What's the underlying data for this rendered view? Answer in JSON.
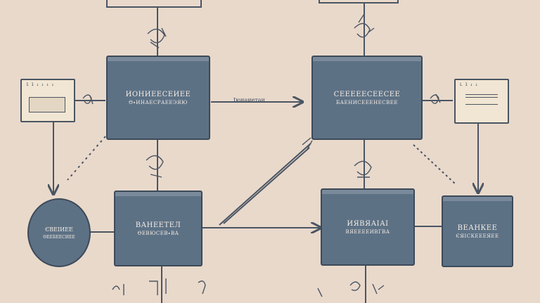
{
  "colors": {
    "background": "#e9d9cb",
    "node_fill": "#5d7185",
    "node_border": "#3c4a59",
    "note_fill": "#f1e6d3",
    "line": "#4a5563"
  },
  "nodes": {
    "top_left": {
      "line1": "ИОНИЕЕСЕИЕЕ",
      "line2": "Ө∙ИНАЕСРАЕЕЭЯЮ"
    },
    "top_right": {
      "line1": "СЕЕЕЕЕСЕЕСЕЕ",
      "line2": "БАЕНИСЕЕЕНЕСВЕЕ"
    },
    "bottom_left": {
      "line1": "ВАНЕЕТЕЛ",
      "line2": "ӨЕВЮСЕВ∙ВА"
    },
    "bottom_mid": {
      "line1": "ИЯВЯАІАІ",
      "line2": "ВЯЕЕЕЕИВГВА"
    },
    "bottom_right": {
      "line1": "ВЕАНКЕЕ",
      "line2": "ЄЯІСКЕЕЕЯЕЕ"
    },
    "left_circle": {
      "line1": "ЄВЕІИЕЕ",
      "line2": "ӨЕЕБЕЕСИЕЕ"
    }
  },
  "labels": {
    "arrow_label": "Іюнаиетан",
    "note_left": "1 1 ↓ ↓ ↓ ↓",
    "note_right": "L 1 ↓ ↓"
  }
}
